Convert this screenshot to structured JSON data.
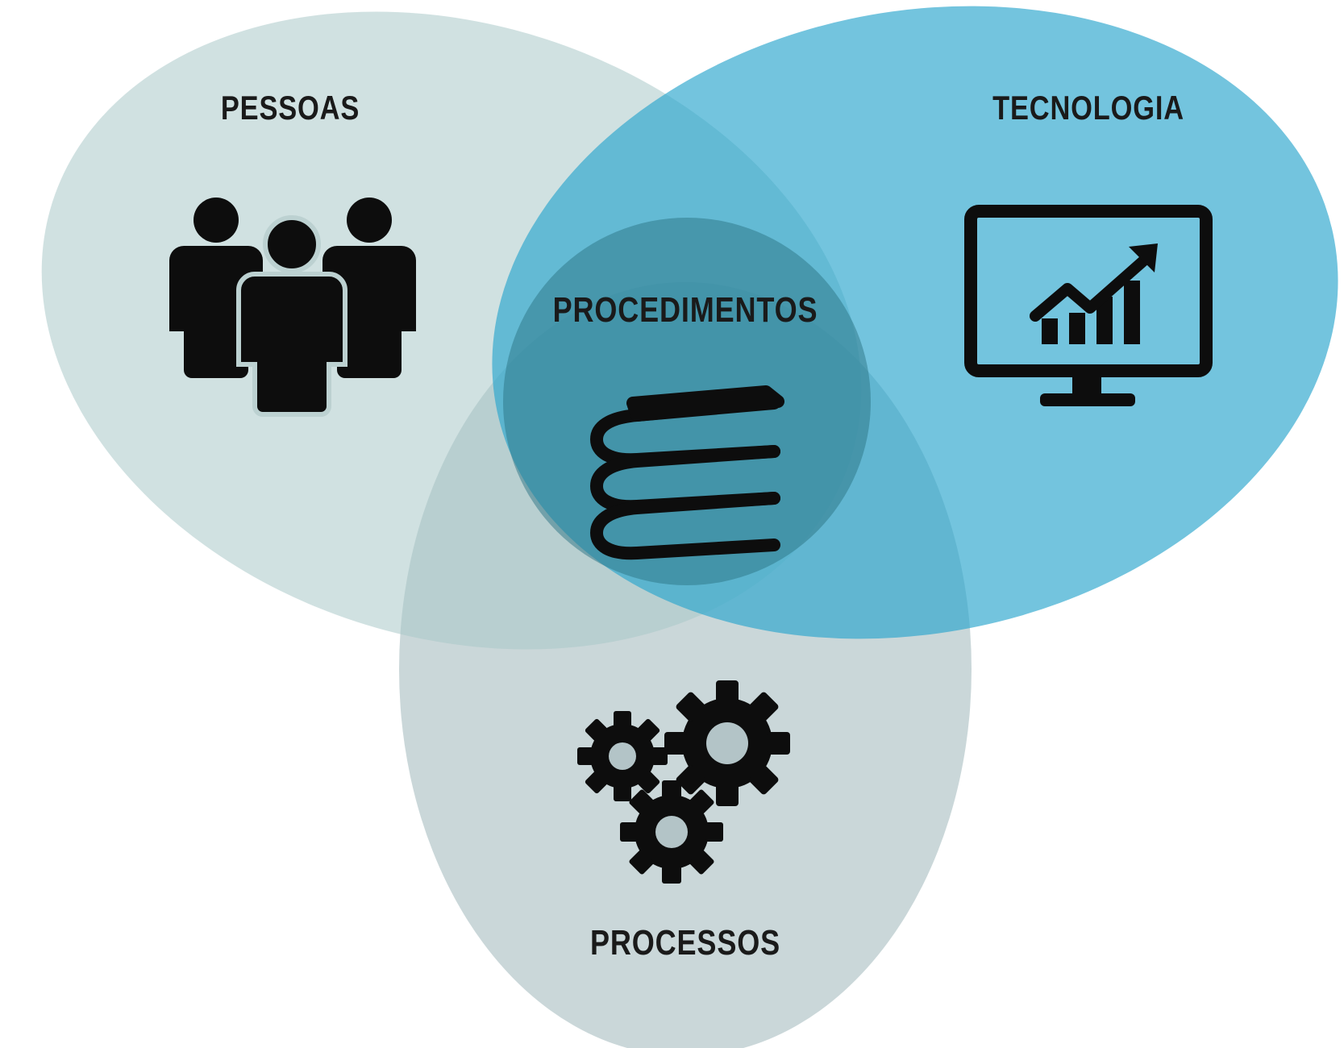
{
  "diagram": {
    "labels": {
      "people": "PESSOAS",
      "technology": "TECNOLOGIA",
      "procedures": "PROCEDIMENTOS",
      "processes": "PROCESSOS"
    },
    "icons": {
      "people": "people-group-icon",
      "technology": "monitor-chart-icon",
      "procedures": "book-stack-icon",
      "processes": "gears-icon"
    },
    "colors": {
      "people_ellipse": "#b9d3d3",
      "technology_ellipse": "#3eafd2",
      "processes_ellipse": "#a9bfc3",
      "procedures_circle": "#3b8593",
      "icon": "#0d0d0d"
    }
  }
}
